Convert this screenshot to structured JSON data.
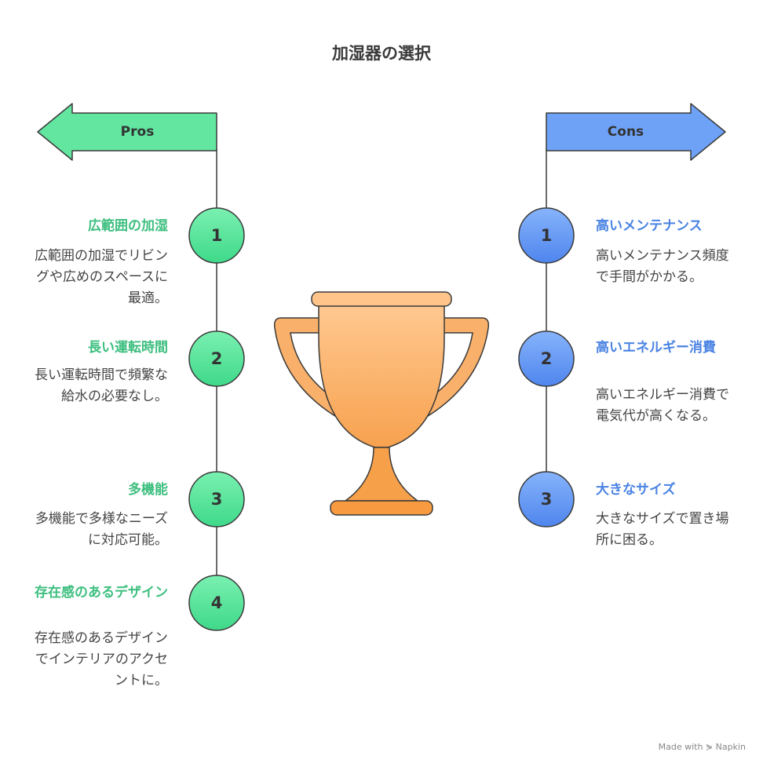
{
  "title": "加湿器の選択",
  "pros": {
    "label": "Pros",
    "color": "#5de39a",
    "items": [
      {
        "num": "1",
        "title": "広範囲の加湿",
        "desc": "広範囲の加湿でリビングや広めのスペースに最適。"
      },
      {
        "num": "2",
        "title": "長い運転時間",
        "desc": "長い運転時間で頻繁な給水の必要なし。"
      },
      {
        "num": "3",
        "title": "多機能",
        "desc": "多機能で多様なニーズに対応可能。"
      },
      {
        "num": "4",
        "title": "存在感のあるデザイン",
        "desc": "存在感のあるデザインでインテリアのアクセントに。"
      }
    ]
  },
  "cons": {
    "label": "Cons",
    "color": "#6ea2f7",
    "items": [
      {
        "num": "1",
        "title": "高いメンテナンス",
        "desc": "高いメンテナンス頻度で手間がかかる。"
      },
      {
        "num": "2",
        "title": "高いエネルギー消費",
        "desc": "高いエネルギー消費で電気代が高くなる。"
      },
      {
        "num": "3",
        "title": "大きなサイズ",
        "desc": "大きなサイズで置き場所に困る。"
      }
    ]
  },
  "center_icon": "trophy-icon",
  "footer": "Made with ⋟ Napkin"
}
